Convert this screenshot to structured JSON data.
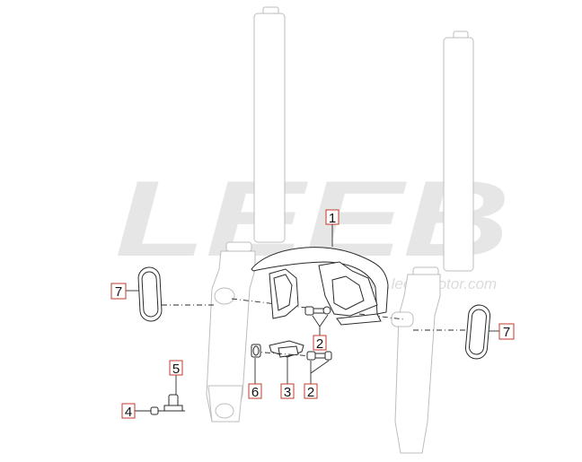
{
  "watermark": {
    "brand": "LEEB",
    "url": "www.leeb-motor.com",
    "color": "#e6e6e6"
  },
  "colors": {
    "callout_border": "#c0392b",
    "line": "#2b2b2b",
    "fork_outline": "#bdbdbd"
  },
  "callouts": [
    {
      "id": "fender",
      "label": "1"
    },
    {
      "id": "bolt-upper",
      "label": "2"
    },
    {
      "id": "bolt-lower",
      "label": "2"
    },
    {
      "id": "bracket",
      "label": "3"
    },
    {
      "id": "screw",
      "label": "4"
    },
    {
      "id": "clip",
      "label": "5"
    },
    {
      "id": "nut",
      "label": "6"
    },
    {
      "id": "reflector-left",
      "label": "7"
    },
    {
      "id": "reflector-right",
      "label": "7"
    }
  ]
}
